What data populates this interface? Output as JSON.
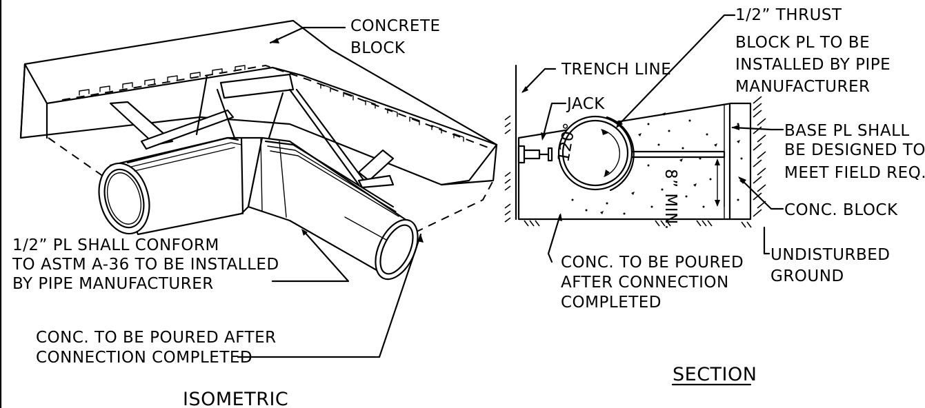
{
  "isometric": {
    "title": "ISOMETRIC",
    "concrete_block": [
      "CONCRETE",
      "BLOCK"
    ],
    "plate_note": [
      "1/2” PL SHALL CONFORM",
      "TO ASTM A-36 TO BE INSTALLED",
      "BY PIPE MANUFACTURER"
    ],
    "pour_note": [
      "CONC. TO BE POURED AFTER",
      "CONNECTION  COMPLETED"
    ]
  },
  "section": {
    "title": "SECTION",
    "thrust_plate": [
      "1/2” THRUST",
      "BLOCK PL TO BE",
      "INSTALLED BY PIPE",
      "MANUFACTURER"
    ],
    "trench_line": "TRENCH LINE",
    "jack": "JACK",
    "base_plate": [
      "BASE PL SHALL",
      "BE DESIGNED TO",
      "MEET FIELD REQ."
    ],
    "conc_block": "CONC. BLOCK",
    "undisturbed": [
      "UNDISTURBED",
      "GROUND"
    ],
    "pour_note": [
      "CONC. TO BE POURED",
      "AFTER CONNECTION",
      "COMPLETED"
    ],
    "angle": "120°",
    "min_dim": "8” MIN."
  }
}
